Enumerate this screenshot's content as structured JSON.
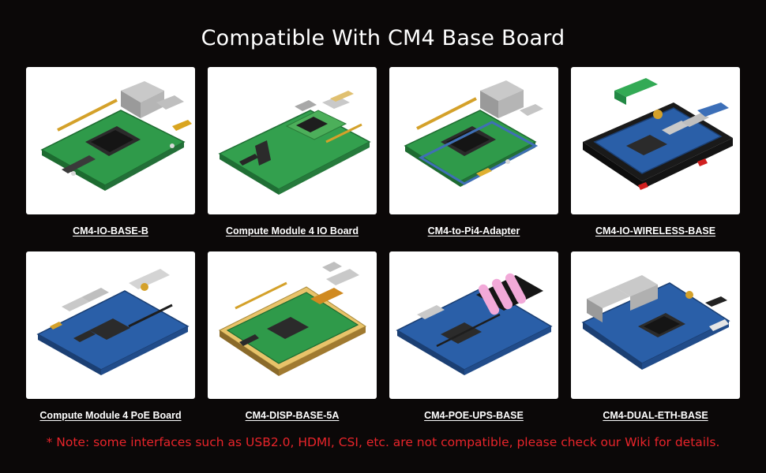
{
  "page": {
    "title": "Compatible With CM4 Base Board",
    "note": "* Note: some interfaces such as USB2.0, HDMI, CSI, etc. are not compatible, please check our Wiki for details."
  },
  "colors": {
    "background": "#0b0808",
    "title_text": "#ffffff",
    "note_text": "#e8242a",
    "card_background": "#ffffff",
    "board_green": "#2f9a4a",
    "board_blue": "#2a5fa8"
  },
  "boards": [
    {
      "label": "CM4-IO-BASE-B",
      "board_color": "green",
      "icon": "board-photo"
    },
    {
      "label": "Compute Module 4 IO Board",
      "board_color": "green",
      "icon": "board-photo"
    },
    {
      "label": "CM4-to-Pi4-Adapter",
      "board_color": "green",
      "icon": "board-photo"
    },
    {
      "label": "CM4-IO-WIRELESS-BASE",
      "board_color": "blue",
      "icon": "board-photo"
    },
    {
      "label": "Compute Module 4 PoE Board",
      "board_color": "blue",
      "icon": "board-photo"
    },
    {
      "label": "CM4-DISP-BASE-5A",
      "board_color": "green",
      "icon": "board-photo"
    },
    {
      "label": "CM4-POE-UPS-BASE",
      "board_color": "blue",
      "icon": "board-photo"
    },
    {
      "label": "CM4-DUAL-ETH-BASE",
      "board_color": "blue",
      "icon": "board-photo"
    }
  ]
}
